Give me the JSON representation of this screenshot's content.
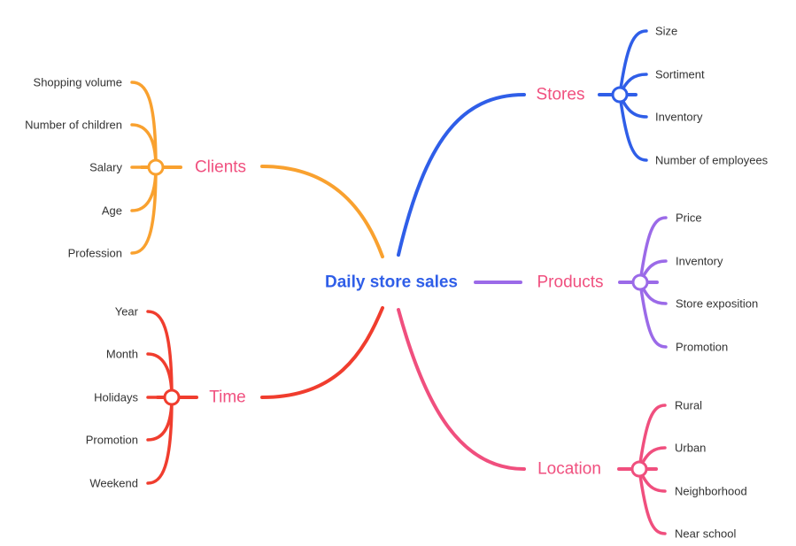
{
  "center": {
    "label": "Daily store sales",
    "color": "#2f5ee8"
  },
  "branch_label_color": "#f0507f",
  "branches": {
    "clients": {
      "label": "Clients",
      "color": "#f9a12f",
      "leaves": [
        "Shopping volume",
        "Number of children",
        "Salary",
        "Age",
        "Profession"
      ]
    },
    "time": {
      "label": "Time",
      "color": "#f03d2e",
      "leaves": [
        "Year",
        "Month",
        "Holidays",
        "Promotion",
        "Weekend"
      ]
    },
    "stores": {
      "label": "Stores",
      "color": "#2f5ee8",
      "leaves": [
        "Size",
        "Sortiment",
        "Inventory",
        "Number of employees"
      ]
    },
    "products": {
      "label": "Products",
      "color": "#9b6ae8",
      "leaves": [
        "Price",
        "Inventory",
        "Store exposition",
        "Promotion"
      ]
    },
    "location": {
      "label": "Location",
      "color": "#f04f7e",
      "leaves": [
        "Rural",
        "Urban",
        "Neighborhood",
        "Near school"
      ]
    }
  }
}
